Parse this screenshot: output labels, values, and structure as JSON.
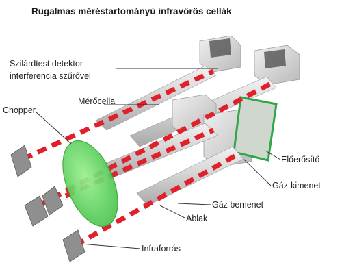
{
  "title": "Rugalmas méréstartományú infravörös cellák",
  "labels": {
    "detector_line1": "Szilárdtest detektor",
    "detector_line2": "interferencia szűrővel",
    "measuring_cell": "Mérőcella",
    "chopper": "Chopper",
    "preamplifier": "Előerősítő",
    "gas_outlet": "Gáz-kimenet",
    "gas_inlet": "Gáz bemenet",
    "window": "Ablak",
    "infrared_source": "Infraforrás"
  },
  "colors": {
    "beam_red": "#e0202a",
    "chopper_green": "#5ad15a",
    "tube_gray": "#cfcfcf",
    "housing_gray": "#d8d8d8",
    "board_green": "#2ea84a"
  }
}
